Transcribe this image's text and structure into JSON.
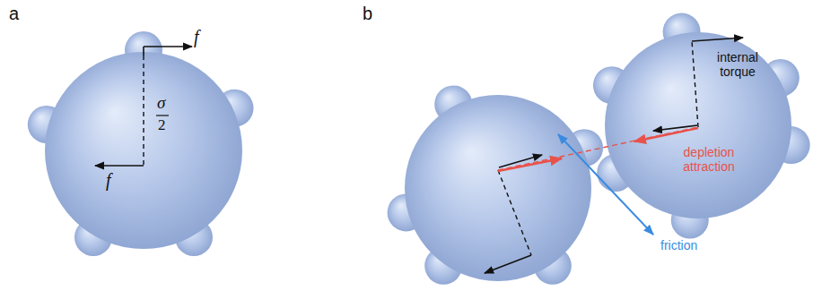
{
  "diagram": {
    "labels": [
      "a",
      "f",
      "σ",
      "2",
      "f",
      "b",
      "internal torque",
      "depletion attraction",
      "friction"
    ]
  }
}
